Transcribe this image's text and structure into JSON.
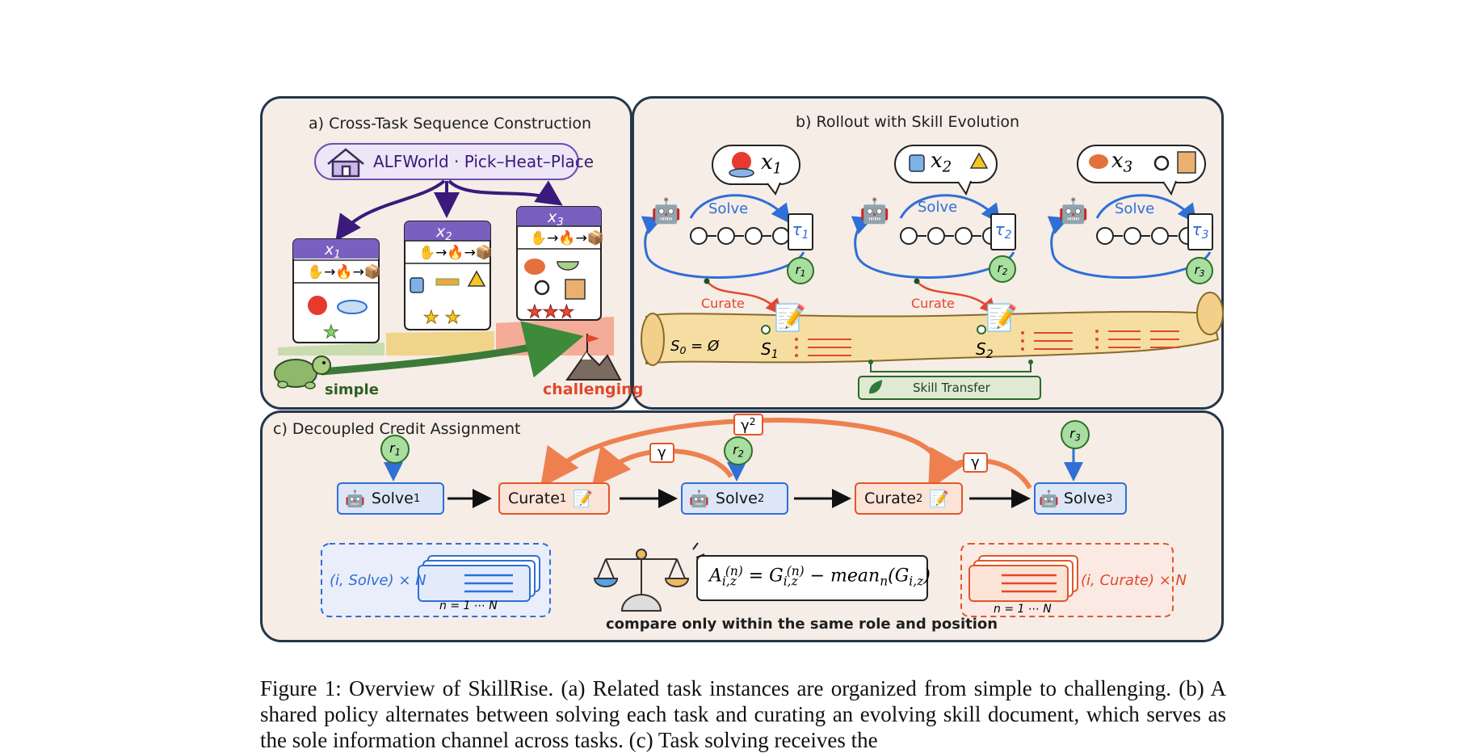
{
  "panel_a": {
    "title": "a) Cross-Task Sequence Construction",
    "banner": "ALFWorld · Pick–Heat–Place",
    "cards": [
      {
        "label": "x",
        "sub": "1"
      },
      {
        "label": "x",
        "sub": "2"
      },
      {
        "label": "x",
        "sub": "3"
      }
    ],
    "simple": "simple",
    "challenging": "challenging"
  },
  "panel_b": {
    "title": "b)    Rollout with Skill Evolution",
    "tasks": [
      {
        "x": "x",
        "sub": "1",
        "tau": "τ",
        "r": "r"
      },
      {
        "x": "x",
        "sub": "2",
        "tau": "τ",
        "r": "r"
      },
      {
        "x": "x",
        "sub": "3",
        "tau": "τ",
        "r": "r"
      }
    ],
    "solve": "Solve",
    "curate": "Curate",
    "s0": "S",
    "s0_rest": " = Ø",
    "s1": "S",
    "s2": "S",
    "transfer": "Skill Transfer"
  },
  "panel_c": {
    "title": "c) Decoupled Credit Assignment",
    "nodes": {
      "solve1": "Solve",
      "curate1": "Curate",
      "solve2": "Solve",
      "curate2": "Curate",
      "solve3": "Solve"
    },
    "gamma": "γ",
    "solve_group": "(i, Solve) × N",
    "curate_group": "(i, Curate) × N",
    "n_range": "n = 1 ⋯ N",
    "formula": "A",
    "formula_mid": " = G",
    "formula_end": " − mean",
    "formula_tail": "(G",
    "compare": "compare only within the same role and position"
  },
  "caption": {
    "text": "Figure 1: Overview of SkillRise. (a) Related task instances are organized from simple to challenging. (b) A shared policy alternates between solving each task and curating an evolving skill document, which serves as the sole information channel across tasks. (c) Task solving receives the"
  },
  "colors": {
    "navy": "#24364a",
    "blue": "#2f6fd6",
    "orange": "#e2572b",
    "purple": "#6a4fb0",
    "green": "#3d8a3a",
    "bg": "#f5ede6"
  }
}
